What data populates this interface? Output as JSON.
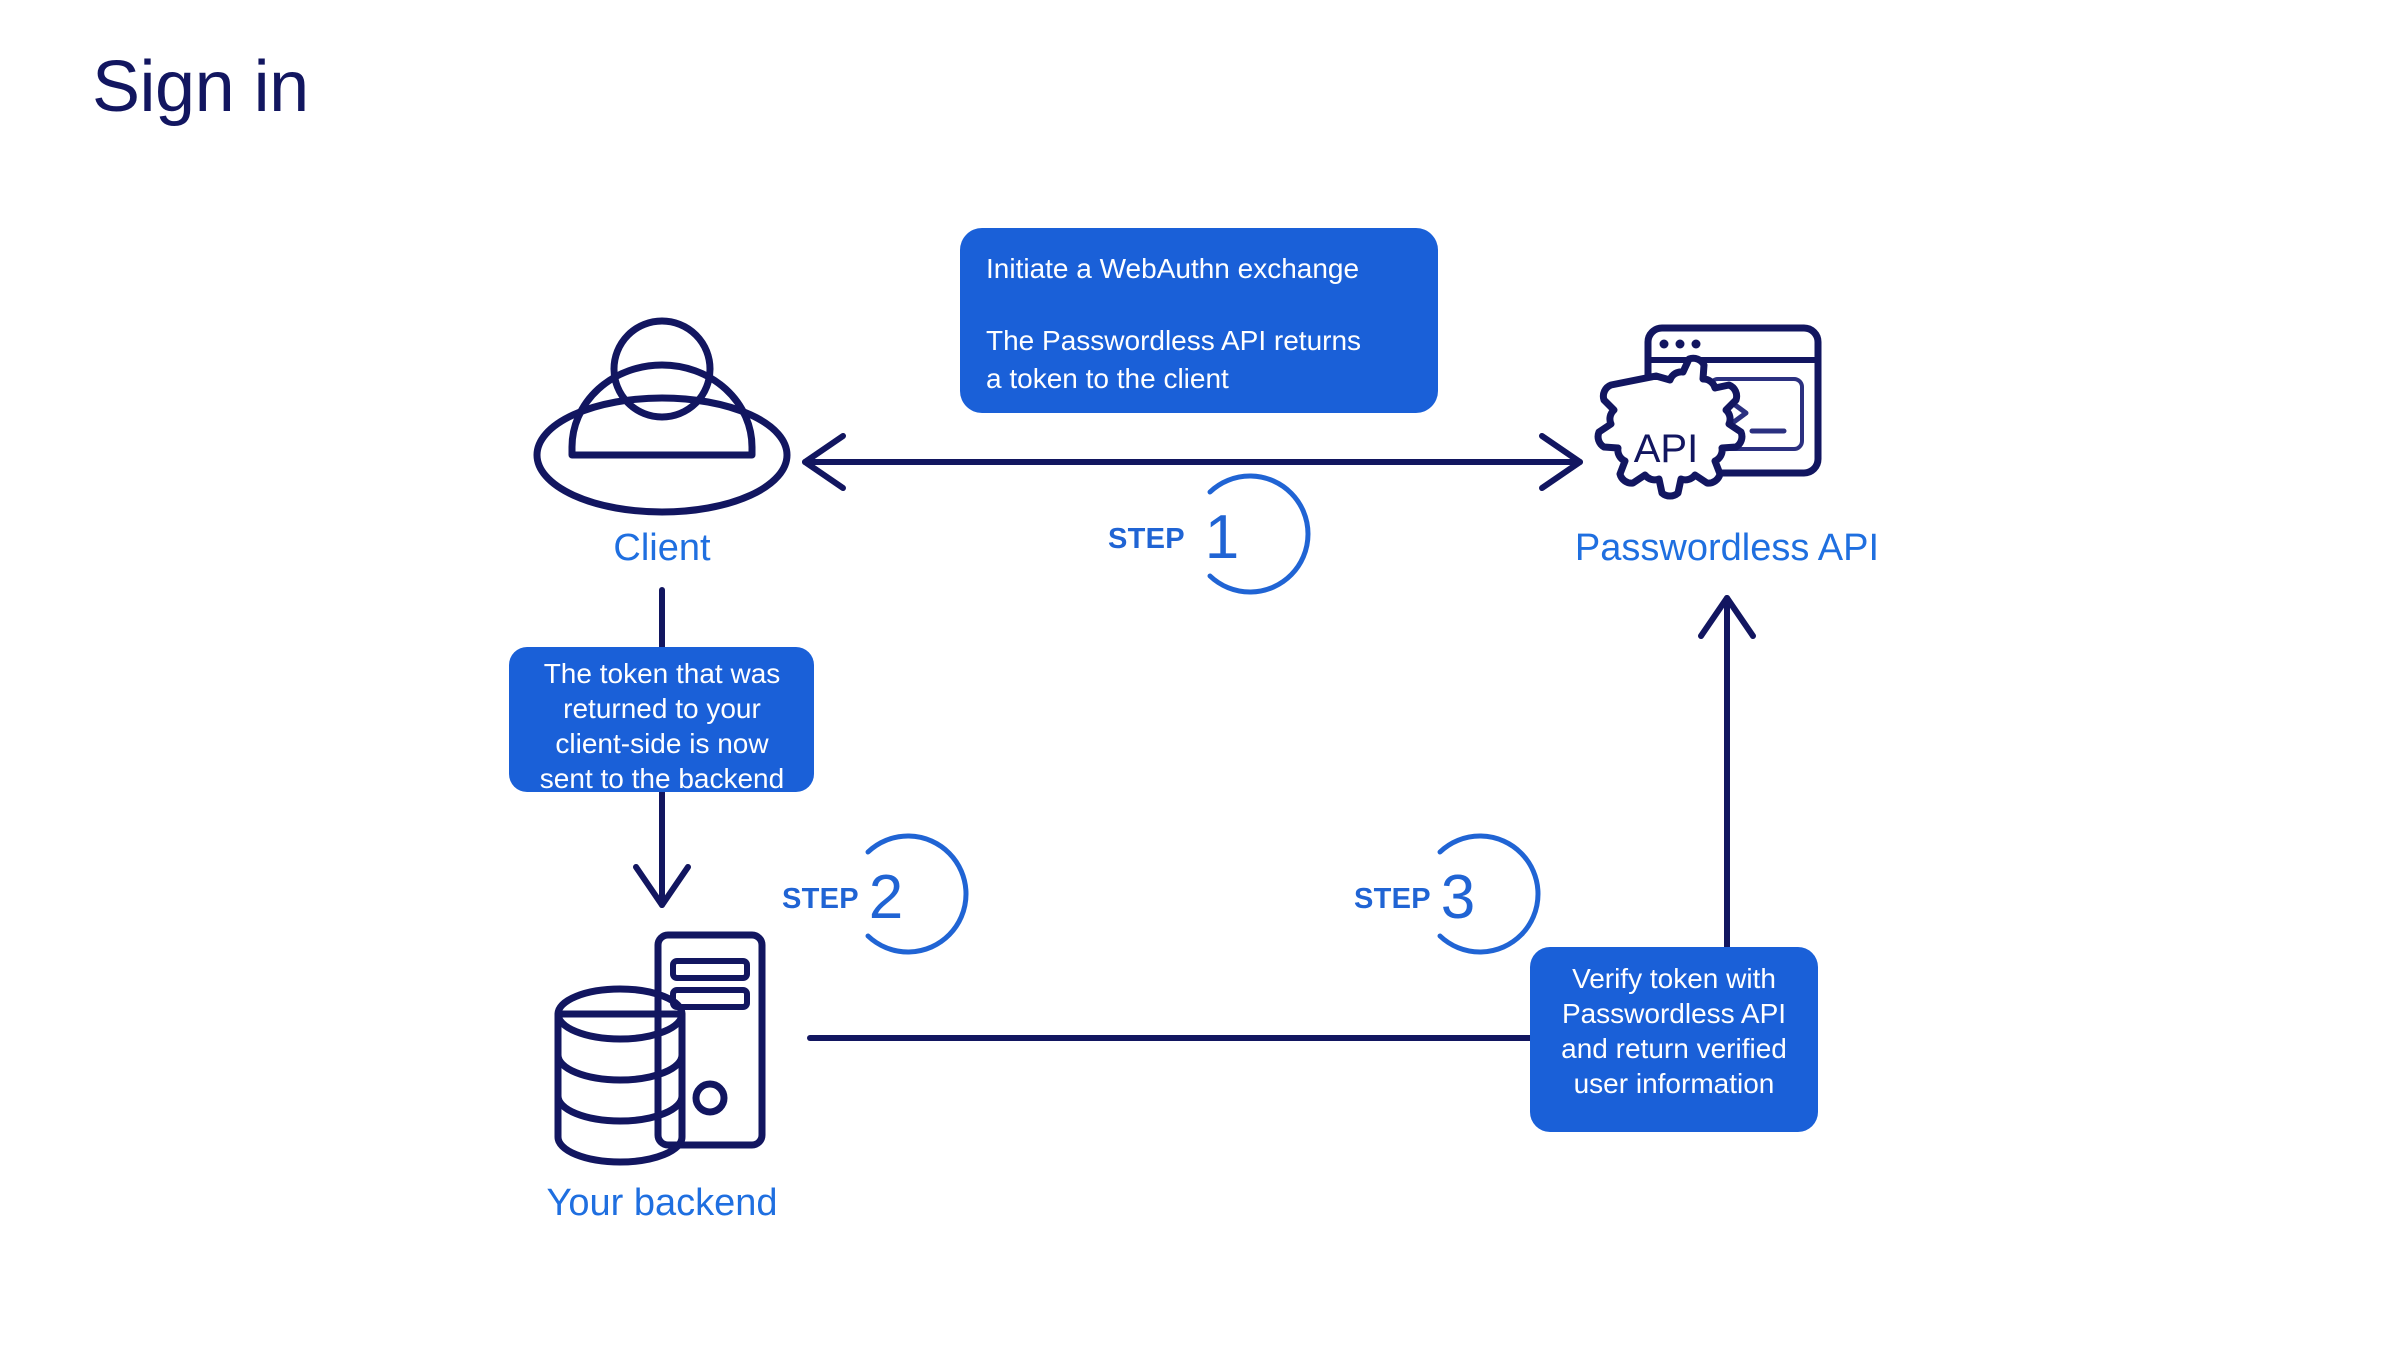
{
  "page": {
    "title": "Sign in",
    "background": "#ffffff"
  },
  "colors": {
    "title_navy": "#121660",
    "accent_blue": "#2064d4",
    "callout_blue": "#1a60d8",
    "line_navy": "#121660",
    "callout_text": "#ffffff"
  },
  "nodes": {
    "client": {
      "label": "Client",
      "icon": "user-avatar-icon"
    },
    "api": {
      "label": "Passwordless API",
      "icon": "api-terminal-gear-icon",
      "gear_text": "API",
      "terminal_prompt": ">_"
    },
    "backend": {
      "label": "Your backend",
      "icon": "database-server-icon"
    }
  },
  "callouts": {
    "step1": {
      "lines": [
        "Initiate a WebAuthn exchange",
        "",
        "The Passwordless API returns",
        "a token to the client"
      ],
      "align": "left"
    },
    "step2": {
      "lines": [
        "The token that was",
        "returned to your",
        "client-side is now",
        "sent to the backend"
      ],
      "align": "center"
    },
    "step3": {
      "lines": [
        "Verify token with",
        "Passwordless API",
        "and return verified",
        "user information"
      ],
      "align": "center"
    }
  },
  "steps": [
    {
      "word": "STEP",
      "number": "1"
    },
    {
      "word": "STEP",
      "number": "2"
    },
    {
      "word": "STEP",
      "number": "3"
    }
  ],
  "connectors": [
    {
      "name": "client-api-bidirectional",
      "type": "double-arrow",
      "from": "client",
      "to": "api"
    },
    {
      "name": "client-backend-down",
      "type": "arrow-down",
      "from": "client",
      "to": "backend"
    },
    {
      "name": "backend-callout-line",
      "type": "line",
      "from": "backend",
      "to": "step3-callout"
    },
    {
      "name": "callout-api-up",
      "type": "arrow-up",
      "from": "step3-callout",
      "to": "api"
    }
  ]
}
